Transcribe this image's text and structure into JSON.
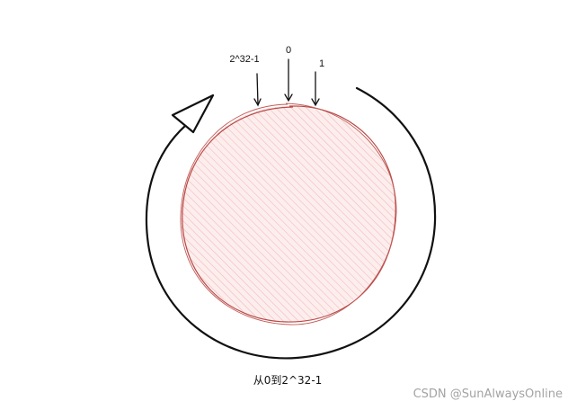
{
  "diagram": {
    "labels": {
      "max": "2^32-1",
      "zero": "0",
      "one": "1"
    },
    "caption": "从0到2^32-1",
    "watermark": "CSDN @SunAlwaysOnline",
    "colors": {
      "ring_fill": "#fdecec",
      "ring_hatch": "#f4bcbc",
      "ring_stroke": "#b84a46",
      "lines": "#111111"
    }
  }
}
